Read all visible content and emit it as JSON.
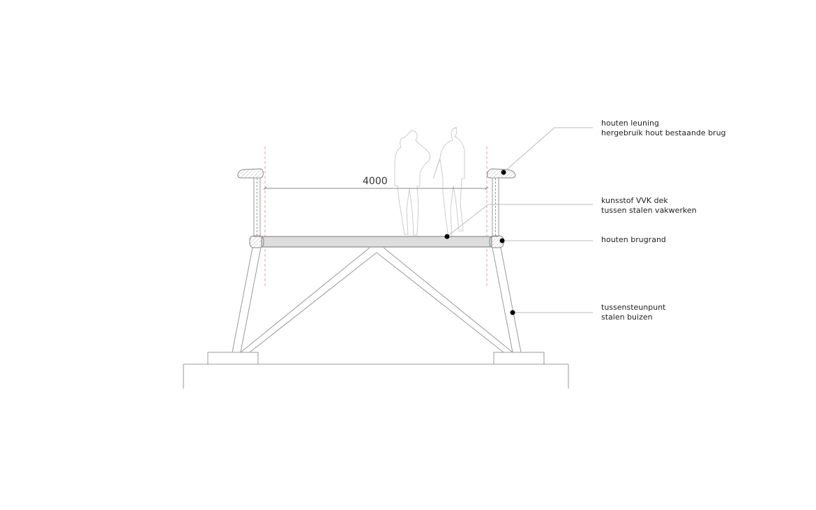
{
  "dimension": {
    "width_label": "4000"
  },
  "labels": [
    {
      "line1": "houten leuning",
      "line2": "hergebruik hout bestaande brug"
    },
    {
      "line1": "kunsstof VVK dek",
      "line2": "tussen stalen vakwerken"
    },
    {
      "line1": "houten brugrand"
    },
    {
      "line1": "tussensteunpunt",
      "line2": "stalen buizen"
    }
  ]
}
